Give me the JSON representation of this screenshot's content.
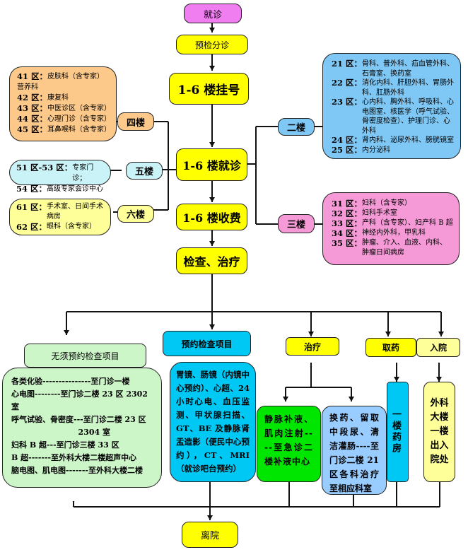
{
  "flow": {
    "start": "就诊",
    "triage": "预检分诊",
    "register": "1-6 楼挂号",
    "consult": "1-6 楼就诊",
    "pay": "1-6 楼收费",
    "treat": "检查、治疗",
    "leave": "离院"
  },
  "floors": {
    "f4": {
      "label": "四楼",
      "items": [
        {
          "zone": "41 区：",
          "text": "皮肤科（含专家）"
        },
        {
          "zone": "",
          "text": "营养科"
        },
        {
          "zone": "42 区：",
          "text": "康复科"
        },
        {
          "zone": "43 区：",
          "text": "中医诊区（含专家）"
        },
        {
          "zone": "44 区：",
          "text": "心理门诊（含专家）"
        },
        {
          "zone": "45 区：",
          "text": "耳鼻喉科（含专家）"
        }
      ]
    },
    "f5": {
      "label": "五楼",
      "items": [
        {
          "zone": "51 区-53 区：",
          "text": "专家门诊；"
        },
        {
          "zone": "54 区：",
          "text": "高级专家会诊中心"
        }
      ]
    },
    "f6": {
      "label": "六楼",
      "items": [
        {
          "zone": "61 区：",
          "text": "手术室、日间手术病房"
        },
        {
          "zone": "62 区：",
          "text": "眼科（含专家）"
        }
      ]
    },
    "f2": {
      "label": "二楼",
      "items": [
        {
          "zone": "21 区：",
          "text": "骨科、普外科、疝血管外科、石膏室、换药室"
        },
        {
          "zone": "22 区：",
          "text": "消化内科、肝胆外科、胃肠外科、肛肠外科"
        },
        {
          "zone": "23 区：",
          "text": "心内科、胸外科、呼吸科、心电图室、核医学（呼气试验、骨密度检查）、护理门诊、心外科"
        },
        {
          "zone": "24 区：",
          "text": "肾内科、泌尿外科、膀胱镜室"
        },
        {
          "zone": "25 区：",
          "text": "内分泌科"
        }
      ]
    },
    "f3": {
      "label": "三楼",
      "items": [
        {
          "zone": "31 区：",
          "text": "妇科（含专家）"
        },
        {
          "zone": "32 区：",
          "text": "妇科手术室"
        },
        {
          "zone": "33 区：",
          "text": "产科（含专家）、妇产科 B 超"
        },
        {
          "zone": "34 区：",
          "text": "神经内外科，甲乳科"
        },
        {
          "zone": "35 区：",
          "text": "肿瘤、介入、血液、内科、肿瘤日间病房"
        }
      ]
    }
  },
  "branches": {
    "no_appt": {
      "title": "无须预约检查项目",
      "lines": [
        "各类化验---------------至门诊一楼",
        "心电图--------至门诊二楼 23 区 2302 室",
        "呼气试验、骨密度---至门诊二楼 23 区",
        "2304 室",
        "妇科 B 超---至门诊三楼 33 区",
        "B 超-------至外科大楼二楼超声中心",
        "脑电图、肌电图-------至外科大楼二楼"
      ]
    },
    "appt": {
      "title": "预约检查项目",
      "body": "胃镜、肠镜（内镜中心预约）、心超、24 小时心电、血压监测、甲状腺扫描、GT、BE 及静脉肾盂造影（便民中心预约），CT、MRI（就诊吧台预约）"
    },
    "therapy": {
      "title": "治疗",
      "infusion": "静脉补液、肌肉注射----至急诊二楼补液中心",
      "dressing": "换药、留取中段尿、清洁灌肠----至门诊二楼 21 区各科治疗至相应科室"
    },
    "pharmacy": {
      "title": "取药",
      "body": "一楼药房"
    },
    "admission": {
      "title": "入院",
      "body": "外科大楼一楼出入院处"
    }
  },
  "colors": {
    "pink": "#f07ef0",
    "yellow": "#ffff00",
    "orange": "#fcc98a",
    "lightcyan": "#c9f3f7",
    "lightyellow": "#ffff99",
    "blue": "#7fc7f4",
    "rose": "#f59ad6",
    "green_light": "#ccf5c8",
    "cyan": "#00c8f5",
    "green": "#00e600",
    "skyblue": "#99ccff"
  }
}
